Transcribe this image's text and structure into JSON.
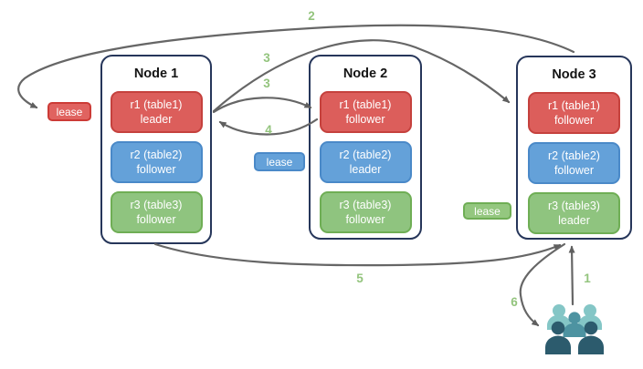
{
  "diagram_title": "raft-leader-lease-diagram",
  "nodes": [
    {
      "title": "Node 1",
      "replicas": [
        {
          "name": "r1 (table1)",
          "role": "leader",
          "color": "red"
        },
        {
          "name": "r2 (table2)",
          "role": "follower",
          "color": "blue"
        },
        {
          "name": "r3 (table3)",
          "role": "follower",
          "color": "green"
        }
      ]
    },
    {
      "title": "Node 2",
      "replicas": [
        {
          "name": "r1 (table1)",
          "role": "follower",
          "color": "red"
        },
        {
          "name": "r2 (table2)",
          "role": "leader",
          "color": "blue"
        },
        {
          "name": "r3 (table3)",
          "role": "follower",
          "color": "green"
        }
      ]
    },
    {
      "title": "Node 3",
      "replicas": [
        {
          "name": "r1 (table1)",
          "role": "follower",
          "color": "red"
        },
        {
          "name": "r2 (table2)",
          "role": "follower",
          "color": "blue"
        },
        {
          "name": "r3 (table3)",
          "role": "leader",
          "color": "green"
        }
      ]
    }
  ],
  "leases": [
    {
      "label": "lease",
      "color": "red"
    },
    {
      "label": "lease",
      "color": "blue"
    },
    {
      "label": "lease",
      "color": "green"
    }
  ],
  "steps": {
    "s1": "1",
    "s2": "2",
    "s3a": "3",
    "s3b": "3",
    "s4": "4",
    "s5": "5",
    "s6": "6"
  },
  "icons": {
    "users": "users-icon"
  },
  "colors": {
    "red_fill": "#dc5e5b",
    "red_border": "#c5413d",
    "blue_fill": "#64a1d9",
    "blue_border": "#4a89c8",
    "green_fill": "#8fc47f",
    "green_border": "#6fae55",
    "node_border": "#26365a",
    "arrow": "#666666",
    "step_label": "#93c47d",
    "users_light_teal": "#84c6c6",
    "users_mid_teal": "#4d93a1",
    "users_dark_teal": "#2c5b6d"
  }
}
